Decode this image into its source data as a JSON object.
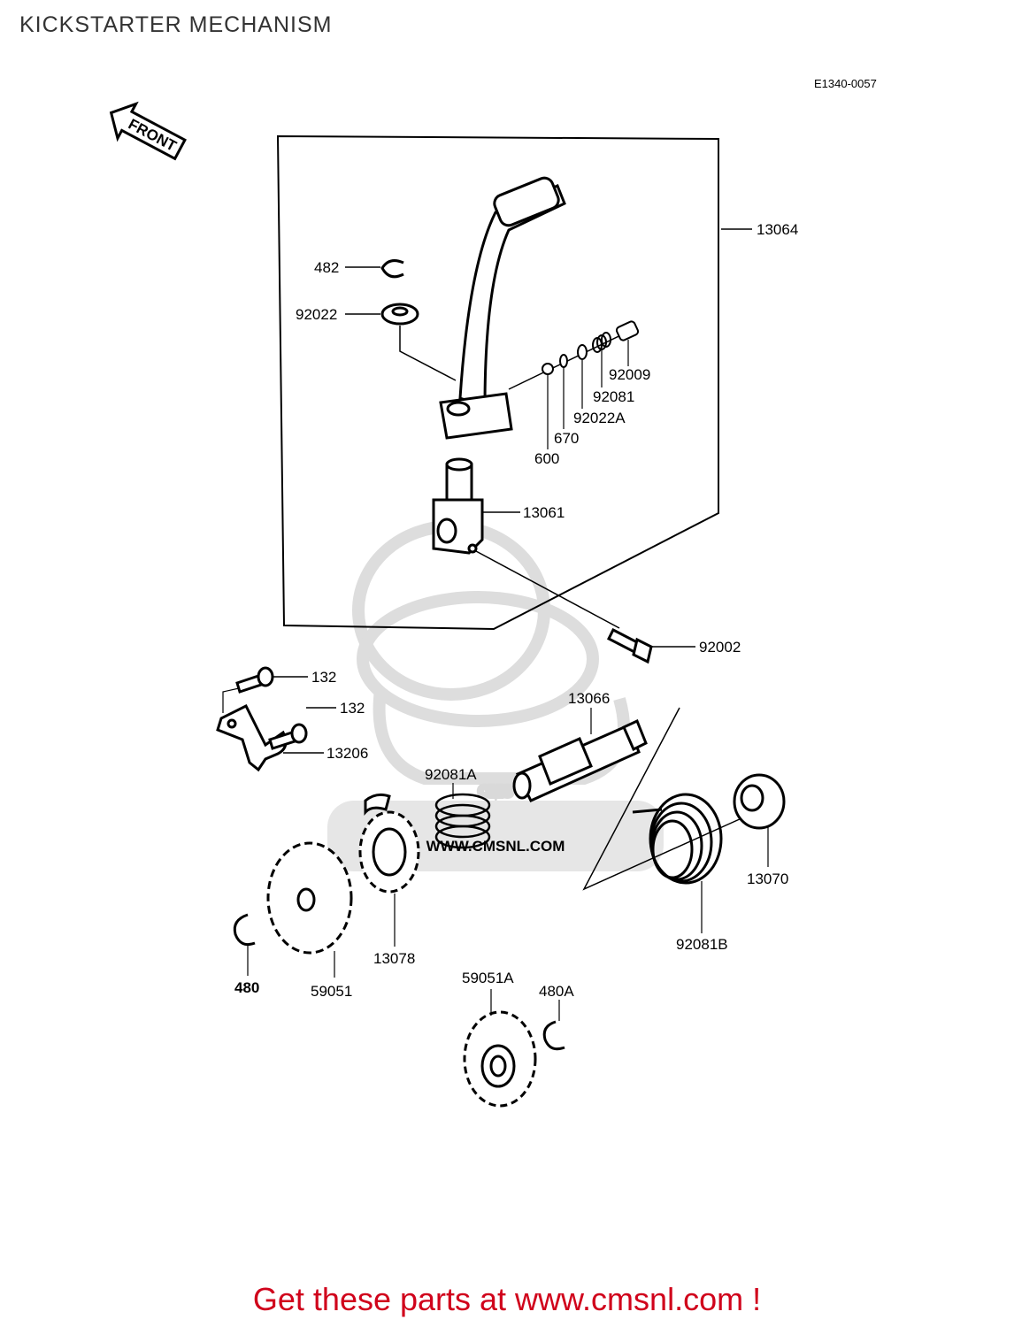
{
  "title": "KICKSTARTER MECHANISM",
  "diagram_code": "E1340-0057",
  "front_label": "FRONT",
  "watermark": {
    "logo": "CMS",
    "url": "WWW.CMSNL.COM"
  },
  "callouts": {
    "c13064": "13064",
    "c482": "482",
    "c92022": "92022",
    "c92009": "92009",
    "c92081": "92081",
    "c92022A": "92022A",
    "c670": "670",
    "c600": "600",
    "c13061": "13061",
    "c92002": "92002",
    "c132a": "132",
    "c132b": "132",
    "c13206": "13206",
    "c13066": "13066",
    "c92081A": "92081A",
    "c13070": "13070",
    "c92081B": "92081B",
    "c13078": "13078",
    "c480": "480",
    "c59051": "59051",
    "c59051A": "59051A",
    "c480A": "480A"
  },
  "footer": "Get these parts at www.cmsnl.com !",
  "colors": {
    "footer": "#d0021b",
    "ink": "#000000",
    "watermark": "#d9d9d9"
  }
}
